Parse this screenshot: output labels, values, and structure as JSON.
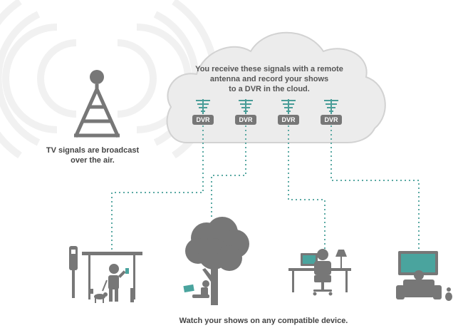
{
  "cloud": {
    "text": "You receive these signals with a remote\nantenna and record your shows\nto a DVR in the cloud."
  },
  "dvrs": [
    {
      "label": "DVR"
    },
    {
      "label": "DVR"
    },
    {
      "label": "DVR"
    },
    {
      "label": "DVR"
    }
  ],
  "tower": {
    "caption": "TV signals are broadcast\nover the air."
  },
  "footer": {
    "caption": "Watch your shows on any compatible device."
  },
  "colors": {
    "signal_arcs": "#f1f1f1",
    "icon_gray": "#777777",
    "antenna_teal": "#4a9d98",
    "dotted_line": "#5aa9a3",
    "cloud_fill": "#ececec",
    "cloud_stroke": "#d2d2d2",
    "screen_teal": "#4aa49e"
  },
  "icons": [
    "broadcast-tower-icon",
    "antenna-icon",
    "bus-stop-icon",
    "tree-icon",
    "desk-laptop-icon",
    "living-room-tv-icon"
  ]
}
